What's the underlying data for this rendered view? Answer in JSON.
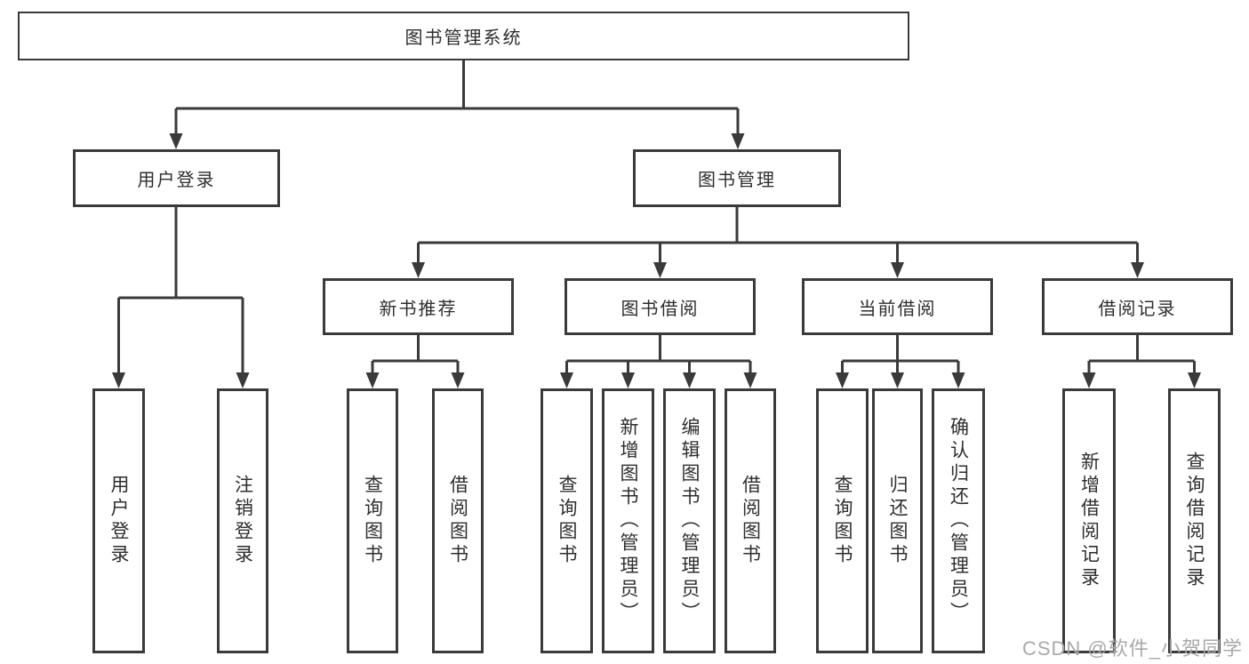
{
  "diagram_title": "图书管理系统",
  "tree": {
    "label": "图书管理系统",
    "children": [
      {
        "label": "用户登录",
        "children": [
          {
            "label": "用户登录"
          },
          {
            "label": "注销登录"
          }
        ]
      },
      {
        "label": "图书管理",
        "children": [
          {
            "label": "新书推荐",
            "children": [
              {
                "label": "查询图书"
              },
              {
                "label": "借阅图书"
              }
            ]
          },
          {
            "label": "图书借阅",
            "children": [
              {
                "label": "查询图书"
              },
              {
                "label": "新增图书（管理员）"
              },
              {
                "label": "编辑图书（管理员）"
              },
              {
                "label": "借阅图书"
              }
            ]
          },
          {
            "label": "当前借阅",
            "children": [
              {
                "label": "查询图书"
              },
              {
                "label": "归还图书"
              },
              {
                "label": "确认归还（管理员）"
              }
            ]
          },
          {
            "label": "借阅记录",
            "children": [
              {
                "label": "新增借阅记录"
              },
              {
                "label": "查询借阅记录"
              }
            ]
          }
        ]
      }
    ]
  },
  "colors": {
    "line": "#3a3a3a",
    "text": "#2e2e2e",
    "watermark": "#a9a9a9"
  },
  "watermark": "CSDN @软件_小贺同学"
}
